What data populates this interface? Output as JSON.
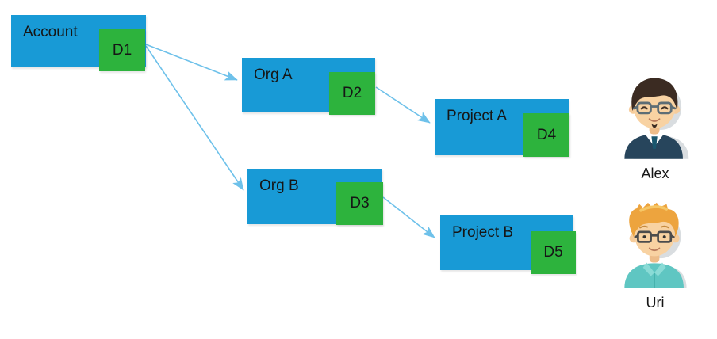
{
  "diagram": {
    "nodes": {
      "account": {
        "label": "Account",
        "badge": "D1"
      },
      "org_a": {
        "label": "Org A",
        "badge": "D2"
      },
      "org_b": {
        "label": "Org B",
        "badge": "D3"
      },
      "project_a": {
        "label": "Project A",
        "badge": "D4"
      },
      "project_b": {
        "label": "Project B",
        "badge": "D5"
      }
    },
    "edges": [
      {
        "from": "D1",
        "to": "Org A"
      },
      {
        "from": "D1",
        "to": "Org B"
      },
      {
        "from": "D2",
        "to": "Project A"
      },
      {
        "from": "D3",
        "to": "Project B"
      }
    ]
  },
  "users": [
    {
      "name": "Alex",
      "avatar": "man-avatar-dark-hair-glasses-navy-sweater"
    },
    {
      "name": "Uri",
      "avatar": "man-avatar-blond-hair-glasses-teal-shirt"
    }
  ],
  "colors": {
    "node_blue": "#189ad6",
    "badge_green": "#2db33d",
    "arrow_blue": "#6ec1ea",
    "label_text": "#161616",
    "background": "#ffffff"
  }
}
